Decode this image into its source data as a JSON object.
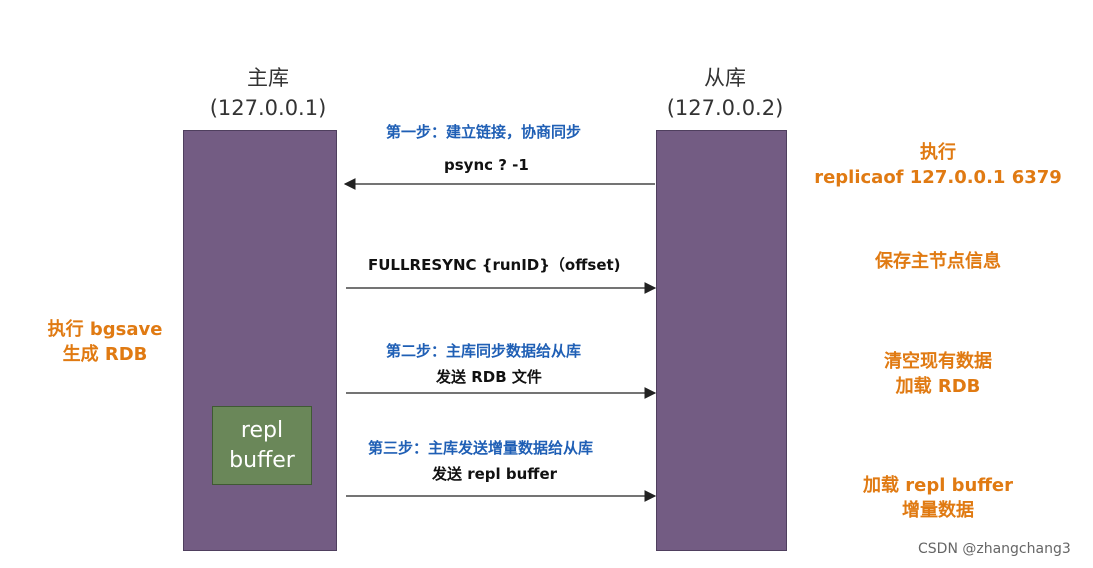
{
  "master": {
    "name": "主库",
    "ip": "(127.0.0.1)"
  },
  "slave": {
    "name": "从库",
    "ip": "(127.0.0.2)"
  },
  "buffer": {
    "line1": "repl",
    "line2": "buffer"
  },
  "messages": [
    {
      "step": "第一步：建立链接，协商同步",
      "text": "psync ?  -1",
      "direction": "left"
    },
    {
      "step": "",
      "text": "FULLRESYNC {runID}（offset)",
      "direction": "right"
    },
    {
      "step": "第二步：主库同步数据给从库",
      "text": "发送 RDB 文件",
      "direction": "right"
    },
    {
      "step": "第三步：主库发送增量数据给从库",
      "text": "发送 repl buffer",
      "direction": "right"
    }
  ],
  "master_actions": {
    "bgsave_line1": "执行 bgsave",
    "bgsave_line2": "生成 RDB"
  },
  "slave_actions": {
    "replicaof_line1": "执行",
    "replicaof_line2": "replicaof 127.0.0.1 6379",
    "save_info": "保存主节点信息",
    "load_rdb_line1": "清空现有数据",
    "load_rdb_line2": "加载 RDB",
    "load_buffer_line1": "加载 repl buffer",
    "load_buffer_line2": "增量数据"
  },
  "watermark": "CSDN @zhangchang3",
  "colors": {
    "bar": "#735c83",
    "buffer": "#6a8759",
    "step_text": "#1f5fb5",
    "action_text": "#e07a12",
    "arrow": "#222222"
  }
}
